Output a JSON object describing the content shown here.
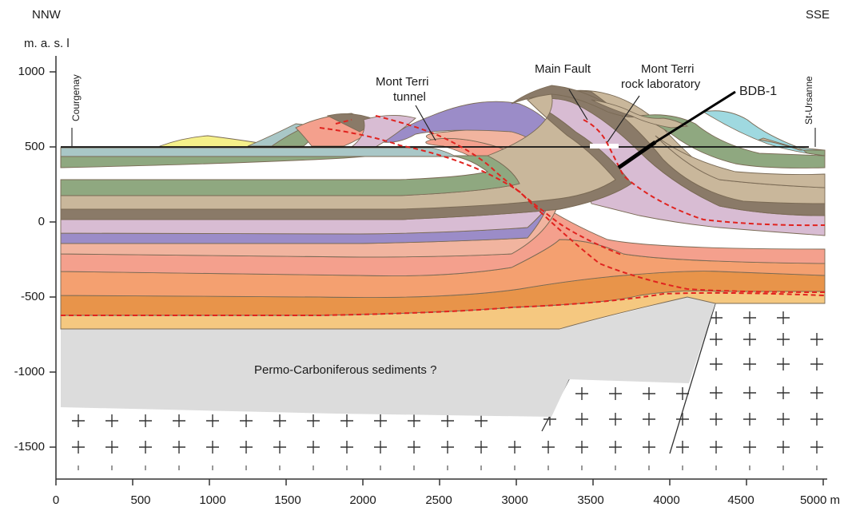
{
  "header": {
    "left_direction": "NNW",
    "right_direction": "SSE",
    "y_unit": "m. a. s. l"
  },
  "axes": {
    "y_ticks": [
      "1000",
      "500",
      "0",
      "-500",
      "-1000",
      "-1500"
    ],
    "x_ticks": [
      "0",
      "500",
      "1000",
      "1500",
      "2000",
      "2500",
      "3000",
      "3500",
      "4000",
      "4500",
      "5000 m"
    ]
  },
  "places": {
    "left_village": "Courgenay",
    "right_village": "St-Ursanne"
  },
  "labels": {
    "tunnel": [
      "Mont Terri",
      "tunnel"
    ],
    "fault": "Main Fault",
    "lab": [
      "Mont Terri",
      "rock laboratory"
    ],
    "borehole": "BDB-1",
    "basement": "Permo-Carboniferous sediments ?"
  },
  "colors": {
    "layers_top_to_bottom": [
      "#9fd9e0",
      "#a9c7c7",
      "#8fa880",
      "#c9b79b",
      "#8a7a68",
      "#d8bcd3",
      "#9b8cc8",
      "#f1b49f",
      "#f4a08d",
      "#f4a070",
      "#e8944a",
      "#f5c880"
    ],
    "fault_lines": "#e0231f",
    "basement_sediments": "#dcdcdc",
    "borehole": "#000000"
  }
}
